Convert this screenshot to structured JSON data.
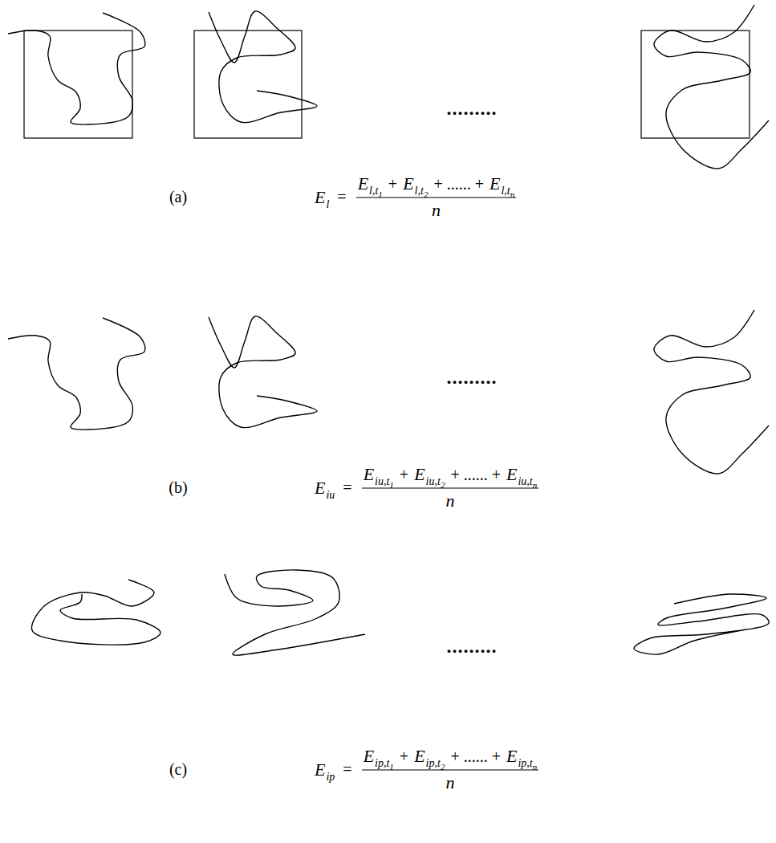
{
  "diagram": {
    "labels": [
      ".........",
      "(a)",
      "E",
      "l",
      "=",
      "E",
      "l,t",
      "1",
      "+",
      "E",
      "l,t",
      "2",
      "+ ...... +",
      "E",
      "l,t",
      "n",
      "n",
      ".........",
      "(b)",
      "E",
      "iu",
      "=",
      "E",
      "iu,t",
      "1",
      "+",
      "E",
      "iu,t",
      "2",
      "+ ...... +",
      "E",
      "iu,t",
      "n",
      "n",
      ".........",
      "(c)",
      "E",
      "ip",
      "=",
      "E",
      "ip,t",
      "1",
      "+",
      "E",
      "ip,t",
      "2",
      "+ ...... +",
      "E",
      "ip,t",
      "n",
      "n"
    ]
  }
}
